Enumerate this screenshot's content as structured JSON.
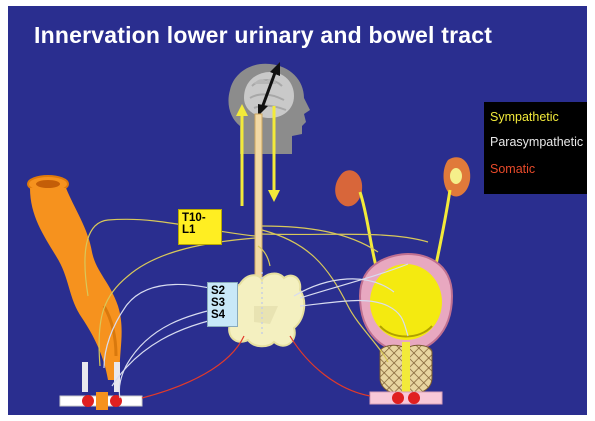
{
  "slide": {
    "title": "Innervation lower urinary and bowel tract",
    "background_color": "#2a2e8f"
  },
  "legend": {
    "items": [
      {
        "label": "Sympathetic",
        "color": "#f2ea3a"
      },
      {
        "label": "Parasympathetic",
        "color": "#e8e8e8"
      },
      {
        "label": "Somatic",
        "color": "#e84a2a"
      }
    ]
  },
  "labels": {
    "spinal_level_thoracolumbar": "T10-\nL1",
    "spinal_level_sacral": "S2\nS3\nS4"
  },
  "structures": [
    "head-brain",
    "spinal-cord",
    "colon",
    "anal-sphincter",
    "kidneys",
    "ureters",
    "bladder",
    "prostate",
    "urethral-sphincter",
    "sacral-plexus"
  ]
}
